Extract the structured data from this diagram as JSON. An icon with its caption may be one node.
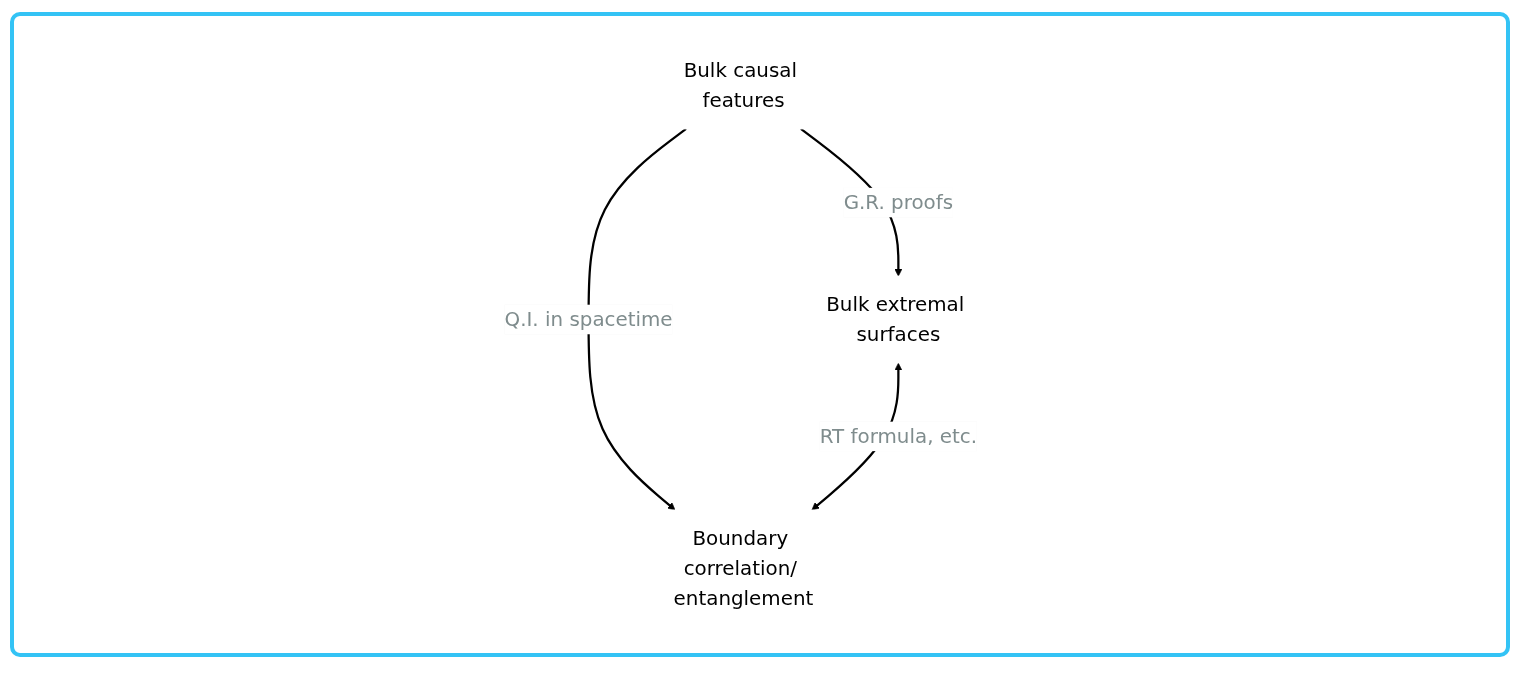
{
  "diagram": {
    "nodes": [
      {
        "text": [
          "Bulk causal features"
        ]
      },
      {
        "text": [
          "Bulk extremal surfaces"
        ]
      },
      {
        "text": [
          "Boundary correlation/ entanglement"
        ]
      }
    ],
    "edges": [
      {
        "from": 0,
        "to": 1,
        "arrow": "to",
        "label": "G.R. proofs"
      },
      {
        "from": 0,
        "to": 2,
        "arrow": "to",
        "label": "Q.I. in spacetime"
      },
      {
        "from": 1,
        "to": 2,
        "arrow": "both",
        "label": "RT formula, etc."
      }
    ]
  }
}
